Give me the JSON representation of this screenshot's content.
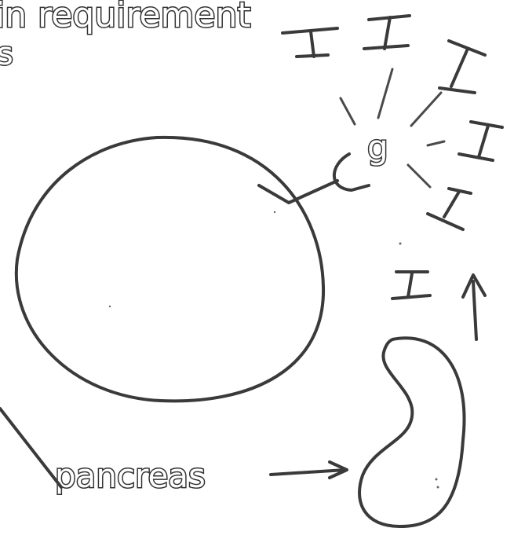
{
  "diagram": {
    "top_text": "in requirement",
    "top_text_fragment": "s",
    "glucose_symbol": "g",
    "insulin_symbol": "I",
    "pancreas_label": "pancreas"
  }
}
